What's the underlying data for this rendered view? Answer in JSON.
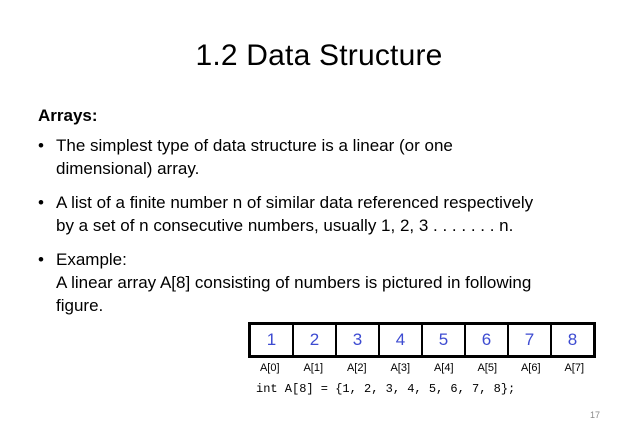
{
  "slide": {
    "title": "1.2  Data Structure",
    "heading": "Arrays:",
    "bullets": [
      "The simplest type of data structure is a linear (or one\ndimensional) array.",
      "A list of a finite number n of similar data referenced respectively\nby a set of n consecutive numbers, usually 1, 2, 3 . . . . . . . n.",
      "Example:\nA linear array A[8] consisting of numbers is pictured in following\nfigure."
    ],
    "bullet_symbol": "•",
    "page_number": "17"
  },
  "figure": {
    "cells": [
      "1",
      "2",
      "3",
      "4",
      "5",
      "6",
      "7",
      "8"
    ],
    "indices": [
      "A[0]",
      "A[1]",
      "A[2]",
      "A[3]",
      "A[4]",
      "A[5]",
      "A[6]",
      "A[7]"
    ],
    "code": "int A[8] = {1, 2, 3, 4, 5, 6, 7, 8};",
    "cell_text_color": "#3d4bd1"
  }
}
